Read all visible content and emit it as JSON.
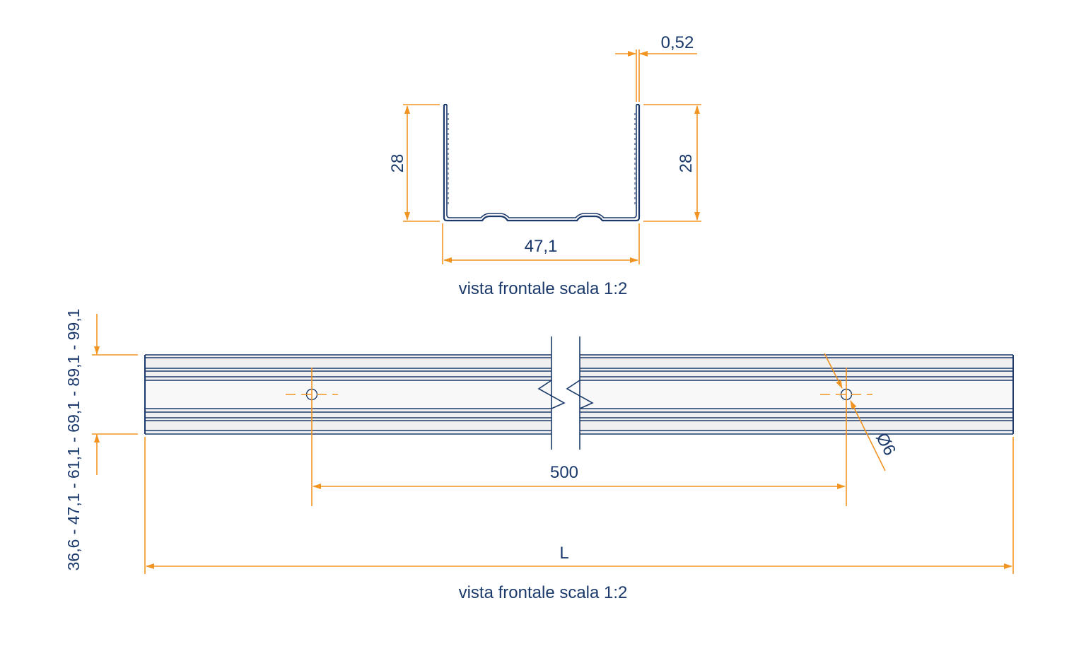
{
  "colors": {
    "dimension": "#f29422",
    "outline": "#1b3a6b",
    "text": "#1b3a6b",
    "profile_fill": "#eeeeee",
    "background": "#ffffff"
  },
  "section_view": {
    "thickness_label": "0,52",
    "height_left_label": "28",
    "height_right_label": "28",
    "width_label": "47,1",
    "caption": "vista frontale scala 1:2"
  },
  "length_view": {
    "widths_label": "36,6 - 47,1 - 61,1 - 69,1 - 89,1 - 99,1",
    "hole_spacing_label": "500",
    "hole_diameter_label": "Ø6",
    "length_label": "L",
    "caption": "vista frontale scala 1:2"
  }
}
